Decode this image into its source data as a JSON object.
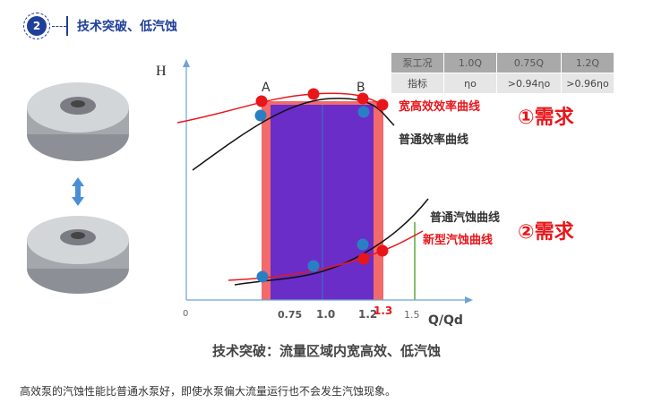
{
  "header": {
    "number": "2",
    "title": "技术突破、低汽蚀"
  },
  "table": {
    "rows": [
      [
        "泵工况",
        "1.0Q",
        "0.75Q",
        "1.2Q"
      ],
      [
        "指标",
        "ηo",
        ">0.94ηo",
        ">0.96ηo"
      ]
    ]
  },
  "chart": {
    "y_label": "H",
    "x_label": "Q/Qd",
    "x_ticks": [
      "0",
      "0.75",
      "1.0",
      "1.2",
      "1.5"
    ],
    "extra_tick": "1.3",
    "point_a": "A",
    "point_b": "B",
    "labels": {
      "wide_eff": "宽高效效率曲线",
      "normal_eff": "普通效率曲线",
      "normal_cav": "普通汽蚀曲线",
      "new_cav": "新型汽蚀曲线",
      "req1": "①需求",
      "req2": "②需求"
    }
  },
  "caption": "技术突破：流量区域内宽高效、低汽蚀",
  "footer": "高效泵的汽蚀性能比普通水泵好，即使水泵偏大流量运行也不会发生汽蚀现象。",
  "colors": {
    "brand": "#1f3f9a",
    "red": "#e8161b",
    "purple": "#6a2dc8",
    "blue": "#2a7fc4"
  }
}
